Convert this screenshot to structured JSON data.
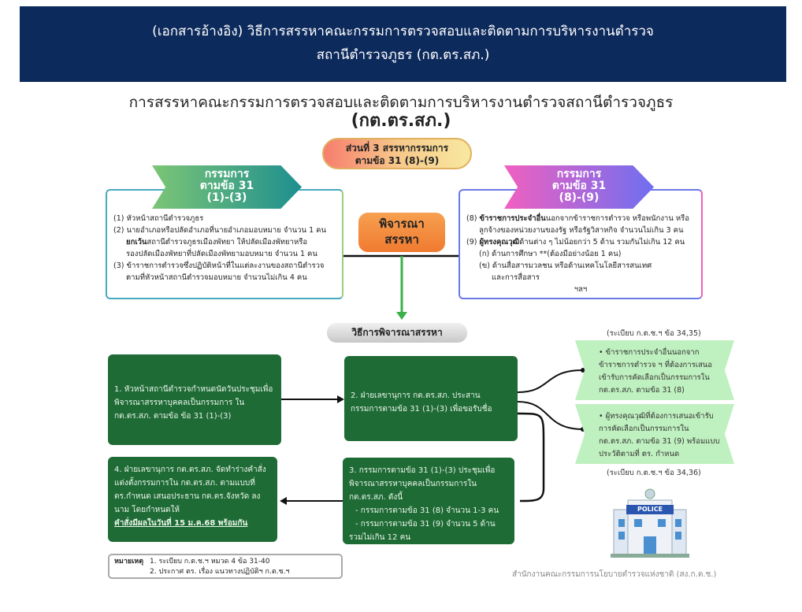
{
  "banner": {
    "line1": "(เอกสารอ้างอิง)  วิธีการสรรหาคณะกรรมการตรวจสอบและติดตามการบริหารงานตำรวจ",
    "line2": "สถานีตำรวจภูธร (กต.ตร.สภ.)"
  },
  "title": {
    "line1": "การสรรหาคณะกรรมการตรวจสอบและติดตามการบริหารงานตำรวจสถานีตำรวจภูธร",
    "line2": "(กต.ตร.สภ.)"
  },
  "part": {
    "line1": "ส่วนที่ 3 สรรหากรรมการ",
    "line2": "ตามข้อ 31 (8)-(9)"
  },
  "left_group": {
    "ribbon": [
      "กรรมการ",
      "ตามข้อ 31",
      "(1)-(3)"
    ],
    "items": [
      "(1) หัวหน้าสถานีตำรวจภูธร",
      "(2) นายอำเภอหรือปลัดอำเภอที่นายอำเภอมอบหมาย จำนวน 1 คน",
      "ยกเว้น",
      "สถานีตำรวจภูธรเมืองพัทยา ให้ปลัดเมืองพัทยาหรือ",
      "รองปลัดเมืองพัทยาที่ปลัดเมืองพัทยามอบหมาย จำนวน 1 คน",
      "(3) ข้าราชการตำรวจซึ่งปฏิบัติหน้าที่ในแต่ละงานของสถานีตำรวจ",
      "ตามที่หัวหน้าสถานีตำรวจมอบหมาย จำนวนไม่เกิน 4 คน"
    ]
  },
  "right_group": {
    "ribbon": [
      "กรรมการ",
      "ตามข้อ 31",
      "(8)-(9)"
    ],
    "items": [
      "(8) ",
      "ข้าราชการประจำอื่น",
      "นอกจากข้าราชการตำรวจ หรือพนักงาน หรือ",
      "ลูกจ้างของหน่วยงานของรัฐ หรือรัฐวิสาหกิจ จำนวนไม่เกิน 3 คน",
      "(9) ",
      "ผู้ทรงคุณวุฒิ",
      "ด้านต่าง ๆ ไม่น้อยกว่า 5 ด้าน รวมกันไม่เกิน 12 คน",
      "(ก) ด้านการศึกษา **(ต้องมีอย่างน้อย 1 คน)",
      "(ข) ด้านสื่อสารมวลชน หรือด้านเทคโนโลยีสารสนเทศ",
      "และการสื่อสาร",
      "ฯลฯ"
    ]
  },
  "consider": [
    "พิจารณา",
    "สรรหา"
  ],
  "method": "วิธีการพิจารณาสรรหา",
  "steps": {
    "s1": "1. หัวหน้าสถานีตำรวจกำหนดนัดวันประชุมเพื่อพิจารณาสรรหาบุคคลเป็นกรรมการ ใน กต.ตร.สภ. ตามข้อ ข้อ 31 (1)-(3)",
    "s2": "2. ฝ่ายเลขานุการ กต.ตร.สภ. ประสานกรรมการตามข้อ 31 (1)-(3) เพื่อขอรับชื่อ",
    "s3": [
      "3. กรรมการตามข้อ 31 (1)-(3) ประชุมเพื่อพิจารณาสรรหาบุคคลเป็นกรรมการใน กต.ตร.สภ. ดังนี้",
      "- กรรมการตามข้อ 31 (8) จำนวน 1-3 คน",
      "- กรรมการตามข้อ 31 (9) จำนวน 5 ด้าน",
      "รวมไม่เกิน 12 คน"
    ],
    "s4": [
      "4. ฝ่ายเลขานุการ กต.ตร.สภ. จัดทำร่างคำสั่งแต่งตั้งกรรมการใน กต.ตร.สภ. ตามแบบที่ ตร.กำหนด เสนอประธาน กต.ตร.จังหวัด ลงนาม โดยกำหนดให้",
      "คำสั่งมีผลในวันที่ 15 ม.ค.68 พร้อมกัน"
    ]
  },
  "candidates": {
    "ref1": "(ระเบียบ ก.ต.ช.ฯ ข้อ 34,35)",
    "c1": "ข้าราชการประจำอื่นนอกจากข้าราชการตำรวจ ฯ ที่ต้องการเสนอเข้ารับการคัดเลือกเป็นกรรมการใน กต.ตร.สภ. ตามข้อ 31 (8)",
    "c2": "ผู้ทรงคุณวุฒิที่ต้องการเสนอเข้ารับการคัดเลือกเป็นกรรมการใน กต.ตร.สภ. ตามข้อ 31 (9) พร้อมแบบประวัติตามที่ ตร. กำหนด",
    "ref2": "(ระเบียบ ก.ต.ช.ฯ ข้อ 34,36)"
  },
  "note": {
    "label": "หมายเหตุ",
    "items": [
      "1. ระเบียบ ก.ต.ช.ฯ หมวด 4 ข้อ 31-40",
      "2. ประกาศ ตร. เรื่อง แนวทางปฏิบัติฯ ก.ต.ช.ฯ"
    ]
  },
  "police_sign": "POLICE",
  "footer": "สำนักงานคณะกรรมการนโยบายตำรวจแห่งชาติ (สง.ก.ต.ช.)"
}
